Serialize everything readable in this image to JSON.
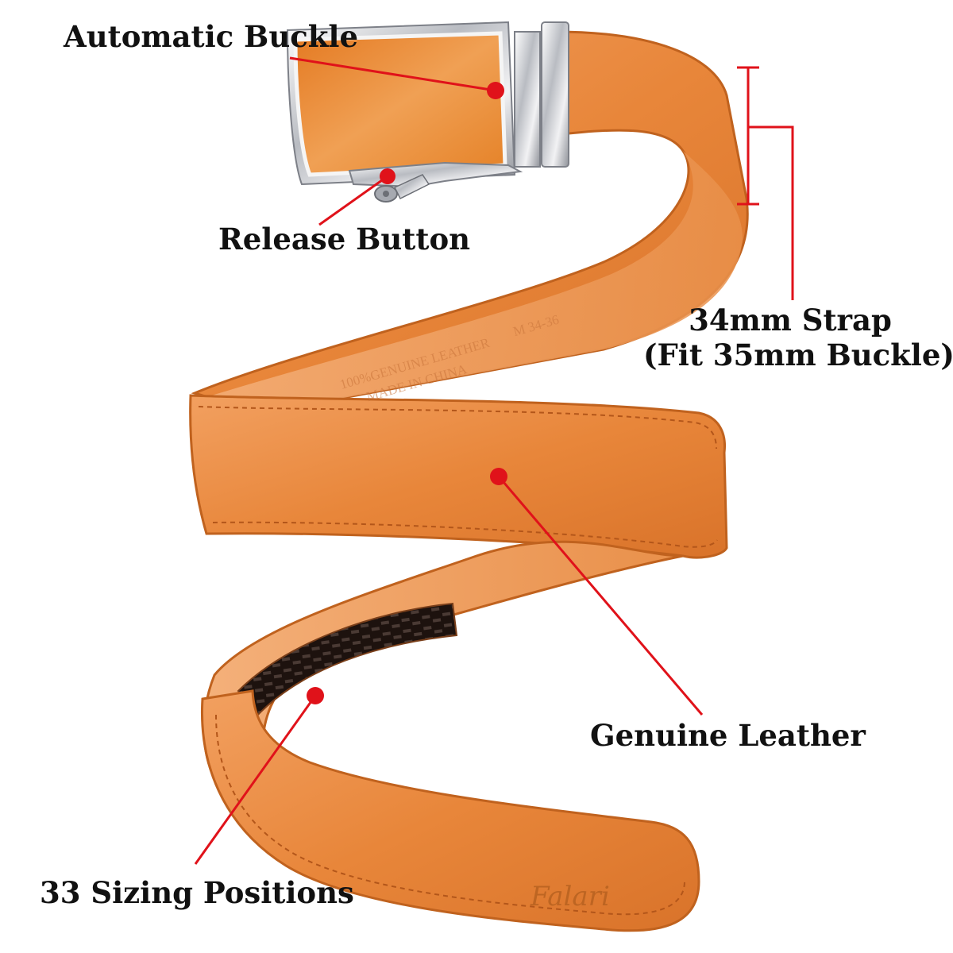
{
  "image": {
    "subject": "orange leather ratchet belt with automatic buckle",
    "brand_mark": "Falari",
    "stamp_text_line1": "100%GENUINE LEATHER",
    "stamp_text_line2": "MADE IN CHINA",
    "stamp_size": "M 34-36"
  },
  "callouts": {
    "automatic_buckle": "Automatic Buckle",
    "release_button": "Release Button",
    "strap_width": "34mm Strap",
    "strap_fit": "(Fit 35mm Buckle)",
    "genuine_leather": "Genuine Leather",
    "sizing_positions": "33 Sizing Positions"
  },
  "colors": {
    "leather": "#e8863a",
    "leather_edge": "#c9641f",
    "leather_inner": "#f0a064",
    "buckle_face": "#e98a32",
    "chrome": "#d8d8dc",
    "track": "#2a1a14",
    "pointer": "#e0121a",
    "text": "#111111"
  }
}
